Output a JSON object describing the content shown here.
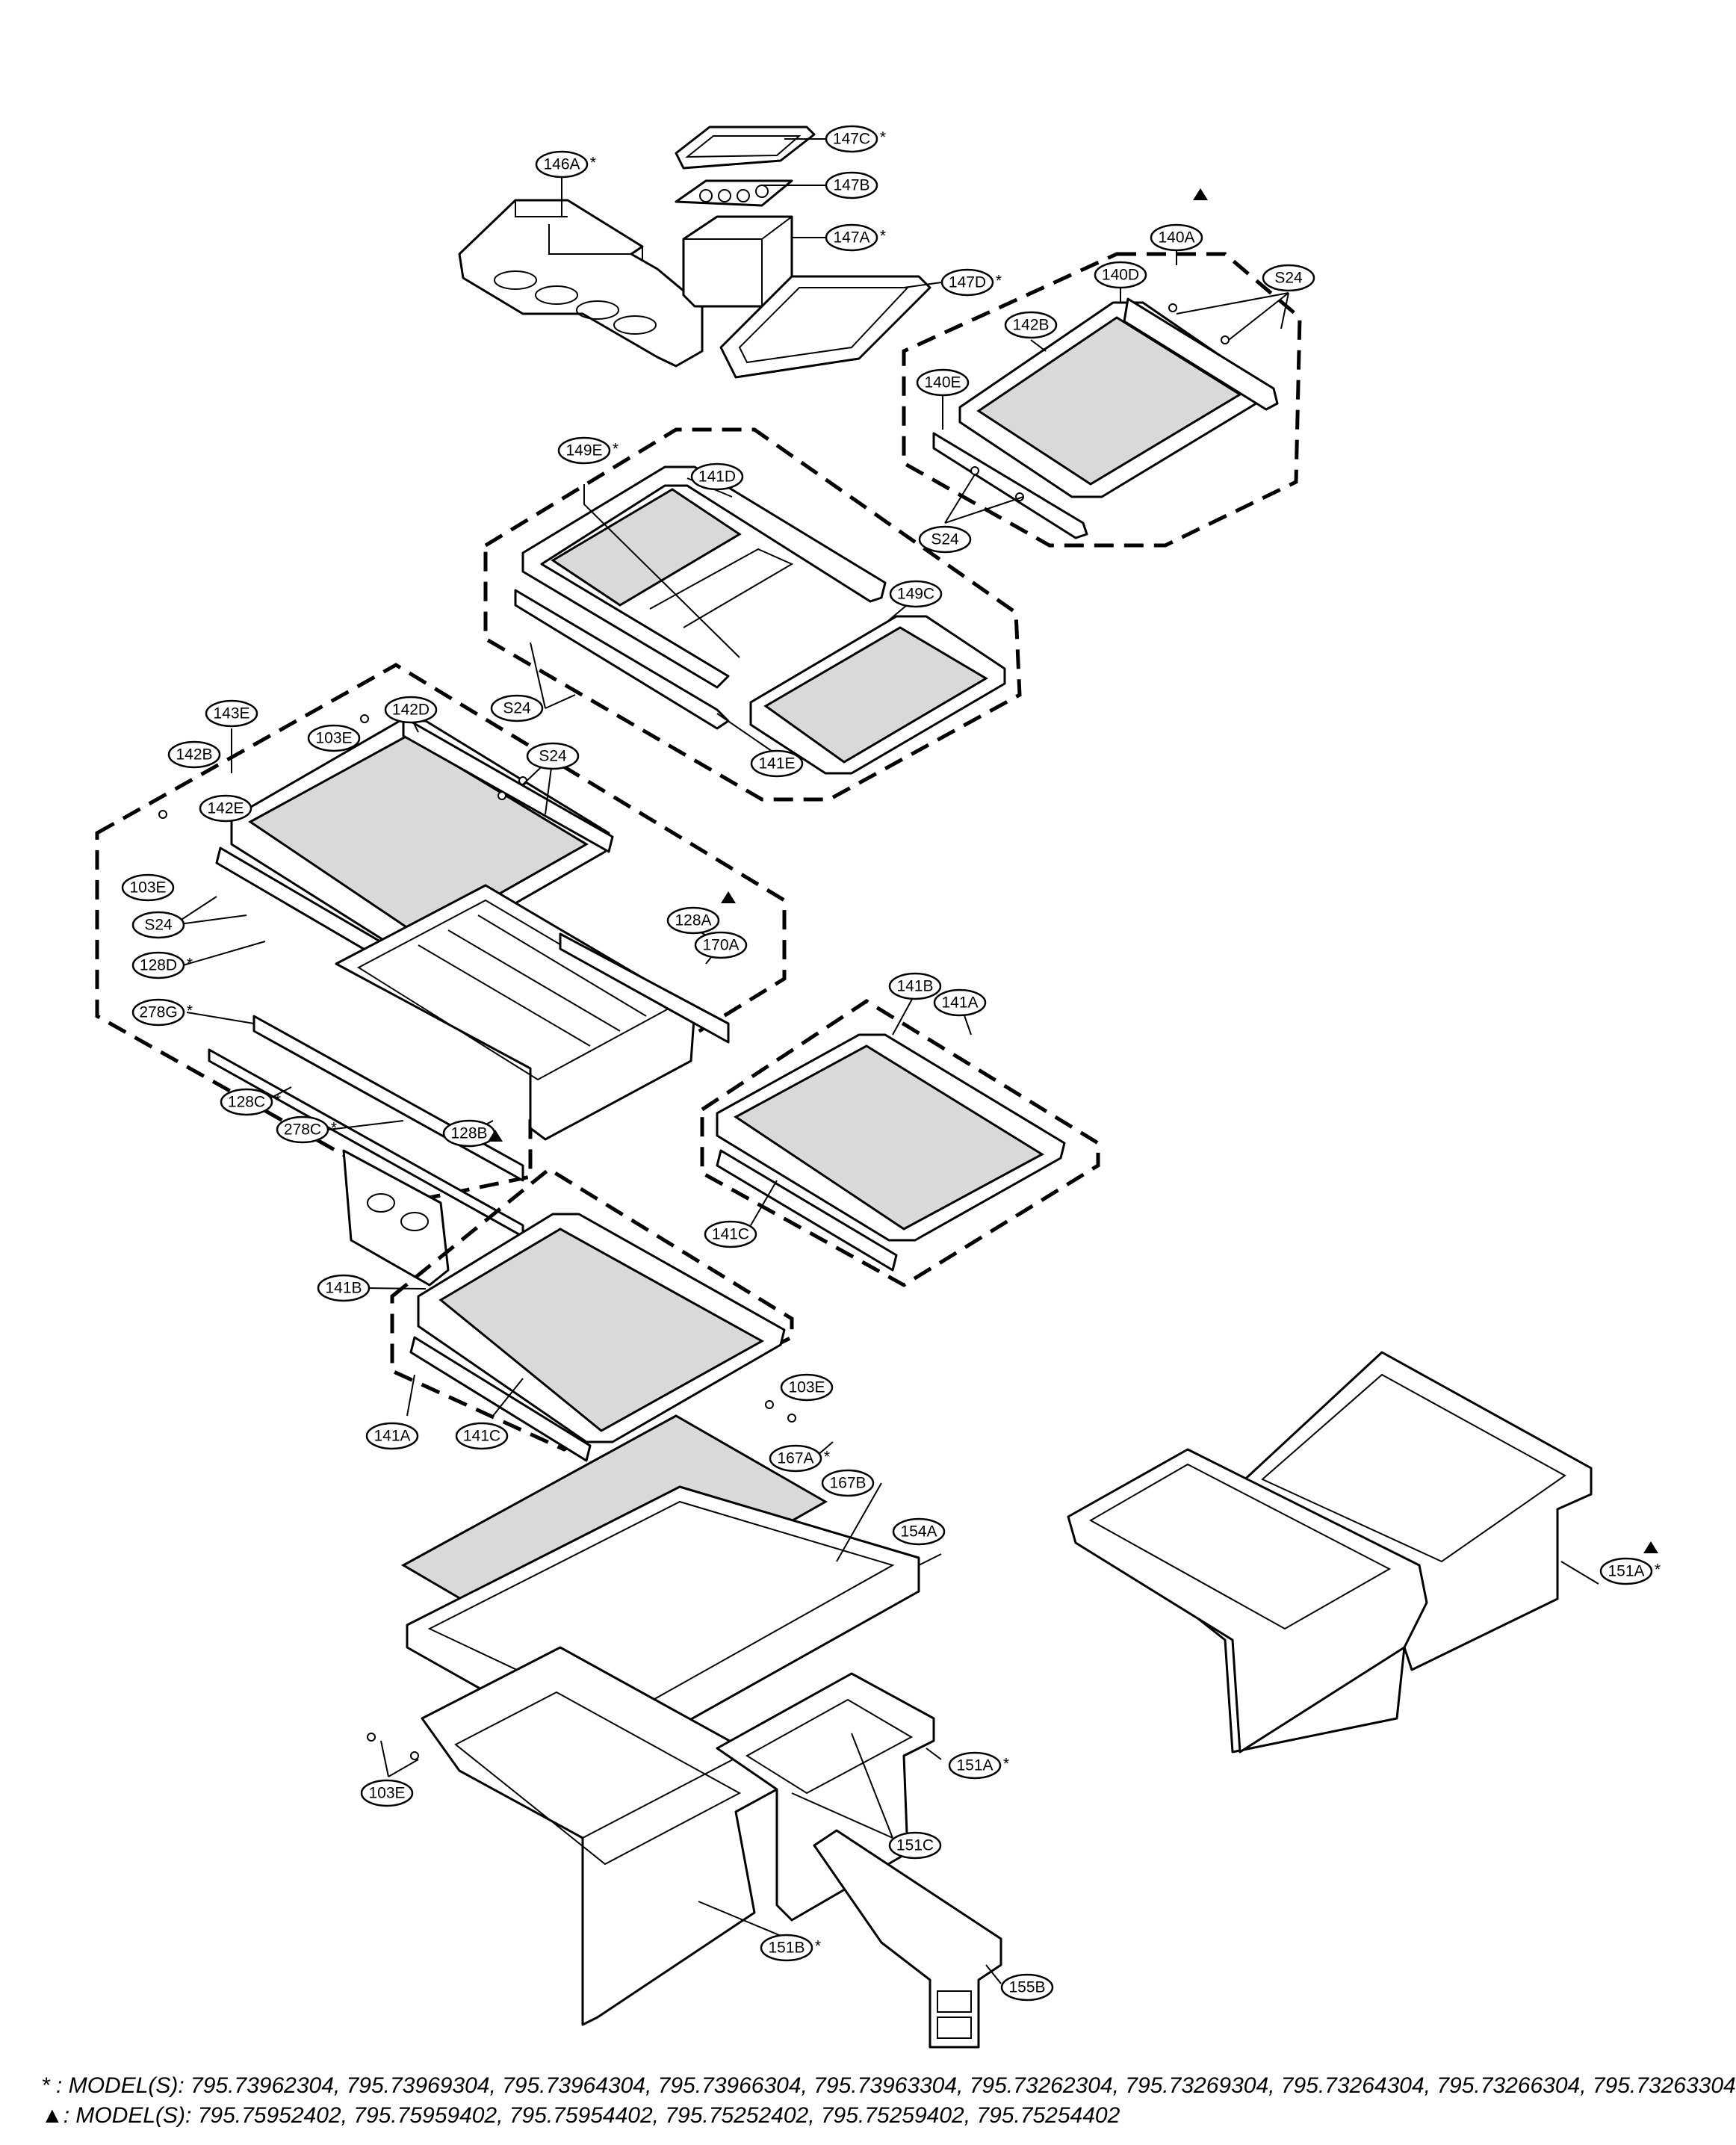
{
  "callouts": [
    {
      "id": "146A",
      "star": true
    },
    {
      "id": "147C",
      "star": true
    },
    {
      "id": "147B",
      "star": false
    },
    {
      "id": "147A",
      "star": true
    },
    {
      "id": "147D",
      "star": true
    },
    {
      "id": "140A",
      "star": false
    },
    {
      "id": "140D",
      "star": false
    },
    {
      "id": "142B",
      "star": false
    },
    {
      "id": "140E",
      "star": false
    },
    {
      "id": "S24",
      "star": false
    },
    {
      "id": "149E",
      "star": true
    },
    {
      "id": "141D",
      "star": false
    },
    {
      "id": "149C",
      "star": false
    },
    {
      "id": "141E",
      "star": false
    },
    {
      "id": "143E",
      "star": false
    },
    {
      "id": "142D",
      "star": false
    },
    {
      "id": "103E",
      "star": false
    },
    {
      "id": "142E",
      "star": false
    },
    {
      "id": "128A",
      "star": false
    },
    {
      "id": "170A",
      "star": false
    },
    {
      "id": "128D",
      "star": true
    },
    {
      "id": "278G",
      "star": true
    },
    {
      "id": "128C",
      "star": true
    },
    {
      "id": "278C",
      "star": true
    },
    {
      "id": "128B",
      "star": false
    },
    {
      "id": "141B",
      "star": false
    },
    {
      "id": "141A",
      "star": false
    },
    {
      "id": "141C",
      "star": false
    },
    {
      "id": "167A",
      "star": true
    },
    {
      "id": "167B",
      "star": false
    },
    {
      "id": "154A",
      "star": false
    },
    {
      "id": "151A",
      "star": true
    },
    {
      "id": "151C",
      "star": false
    },
    {
      "id": "151B",
      "star": true
    },
    {
      "id": "155B",
      "star": false
    }
  ],
  "footnotes": {
    "star_symbol": "*",
    "star_text": ": MODEL(S): 795.73962304, 795.73969304, 795.73964304, 795.73966304, 795.73963304, 795.73262304, 795.73269304, 795.73264304, 795.73266304, 795.73263304",
    "triangle_symbol": "▲",
    "triangle_text": ": MODEL(S): 795.75952402, 795.75959402, 795.75954402, 795.75252402, 795.75259402, 795.75254402"
  }
}
